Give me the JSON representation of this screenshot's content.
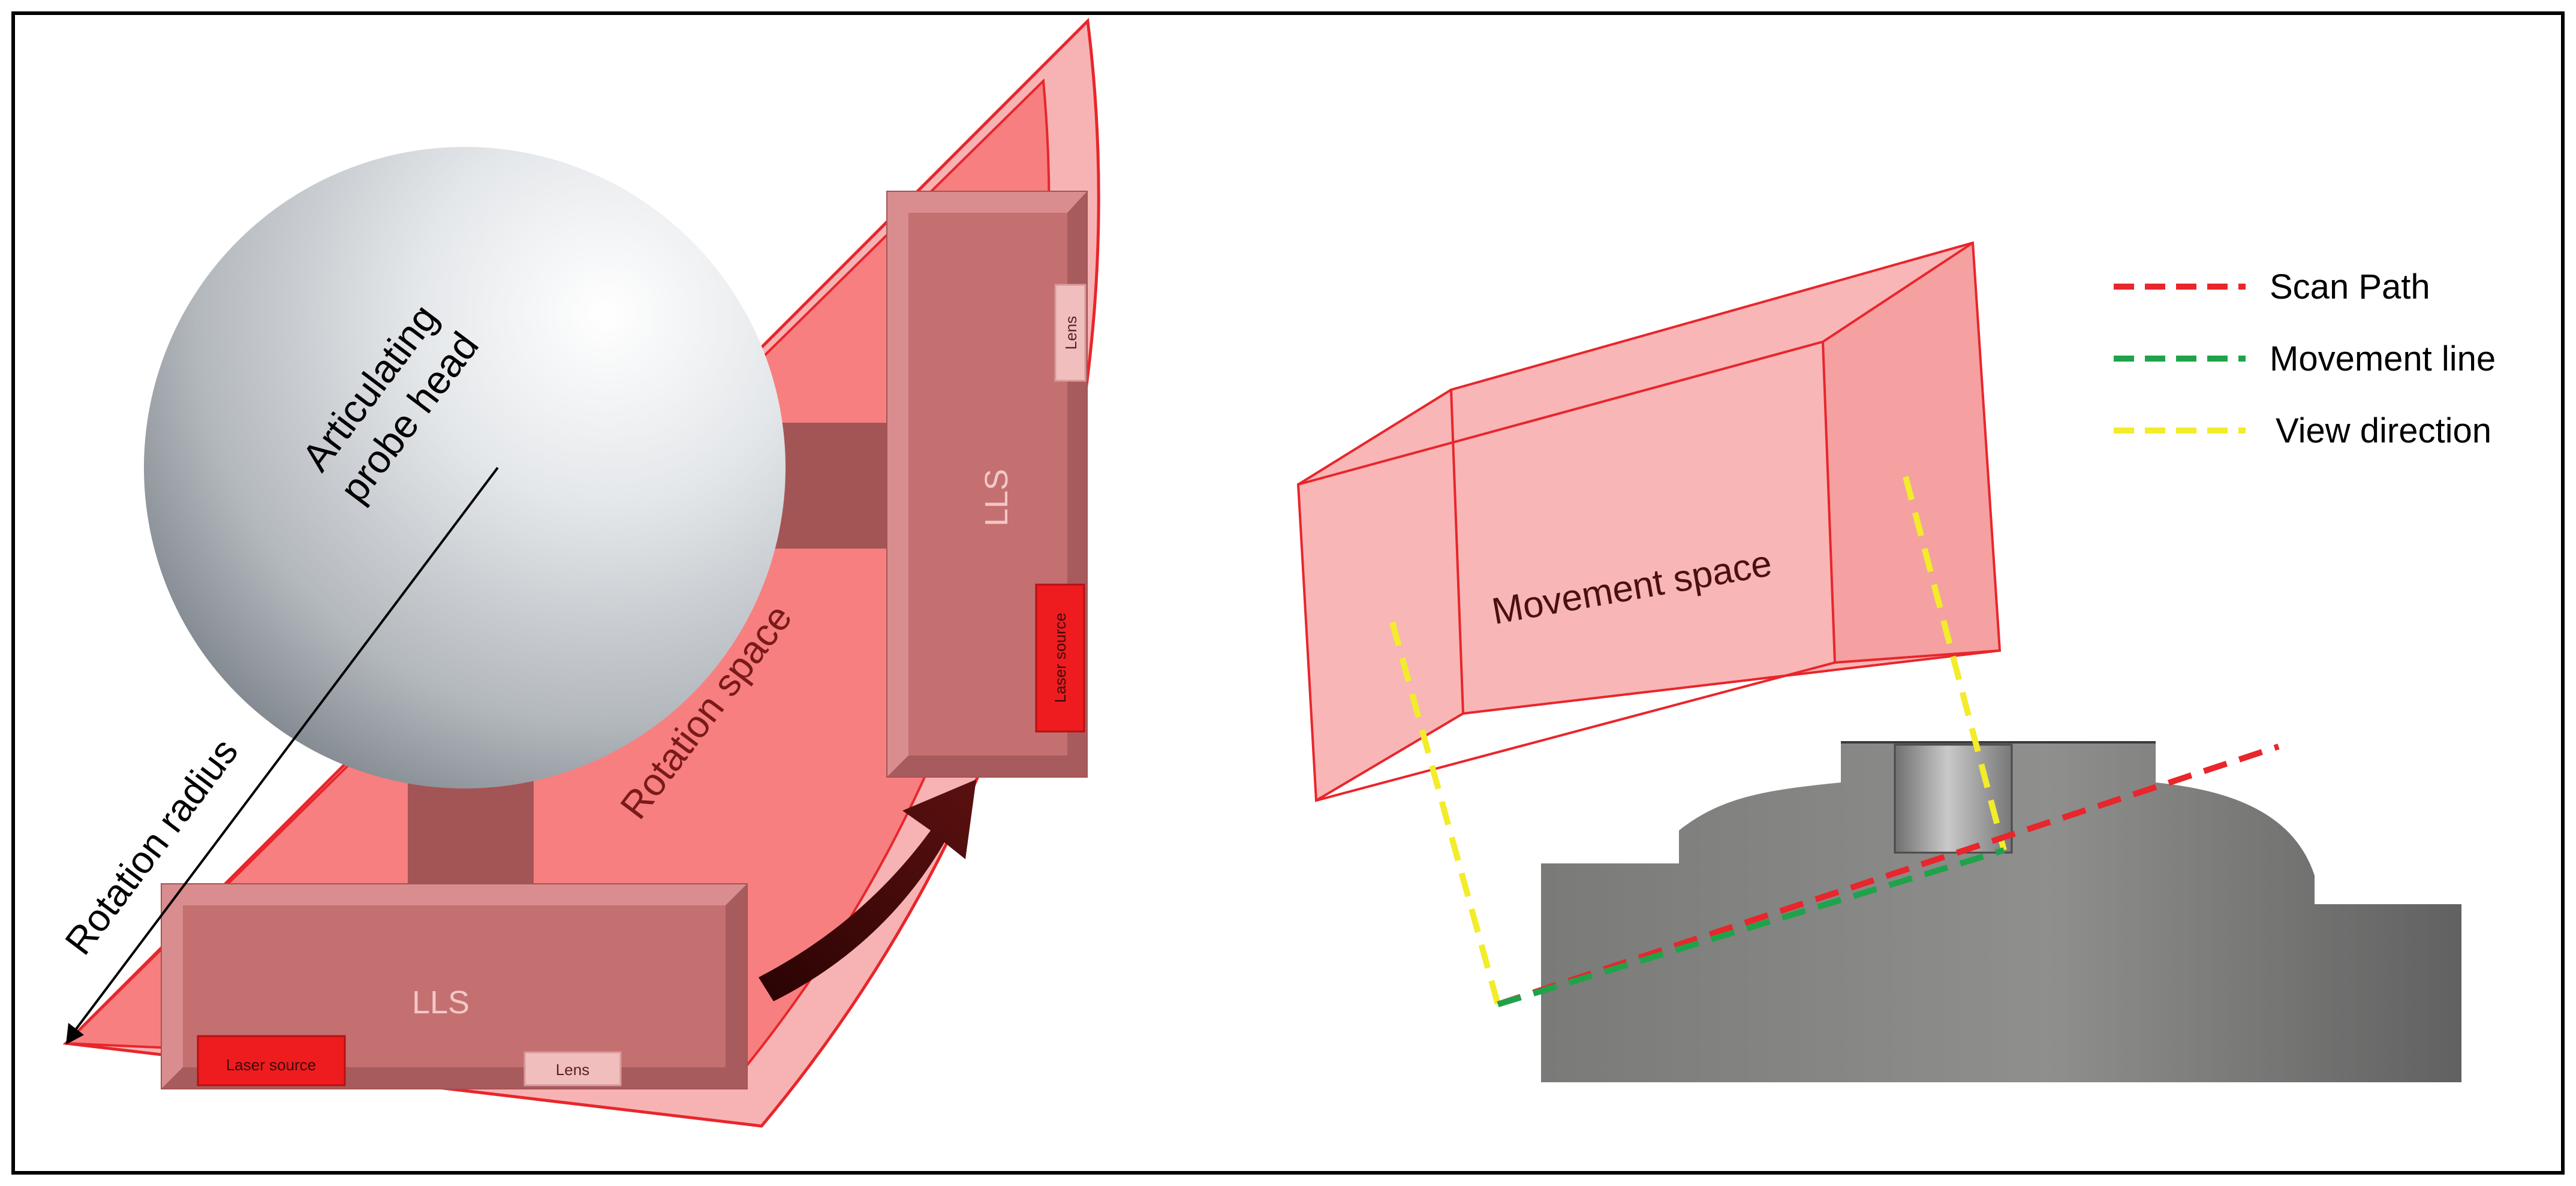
{
  "labels": {
    "probe_head_line1": "Articulating",
    "probe_head_line2": "probe head",
    "rotation_radius": "Rotation radius",
    "rotation_space": "Rotation space",
    "lls_top": "LLS",
    "lls_bottom": "LLS",
    "lens_top": "Lens",
    "lens_bottom": "Lens",
    "laser_source_top": "Laser source",
    "laser_source_bottom": "Laser source",
    "movement_space": "Movement space"
  },
  "legend": {
    "items": [
      {
        "label": "Scan Path",
        "color": "#e8262b"
      },
      {
        "label": "Movement line",
        "color": "#1fa34a"
      },
      {
        "label": "View direction",
        "color": "#f2ec2a"
      }
    ]
  },
  "colors": {
    "rotation_space_outer": "#f7b3b3",
    "rotation_space_inner": "#f77f80",
    "lls_body": "#c46f70",
    "laser_source": "#ee1c1f",
    "movement_space": "#f7a9aa",
    "part": "#8a8a88",
    "arrow": "#3b0b0b"
  }
}
